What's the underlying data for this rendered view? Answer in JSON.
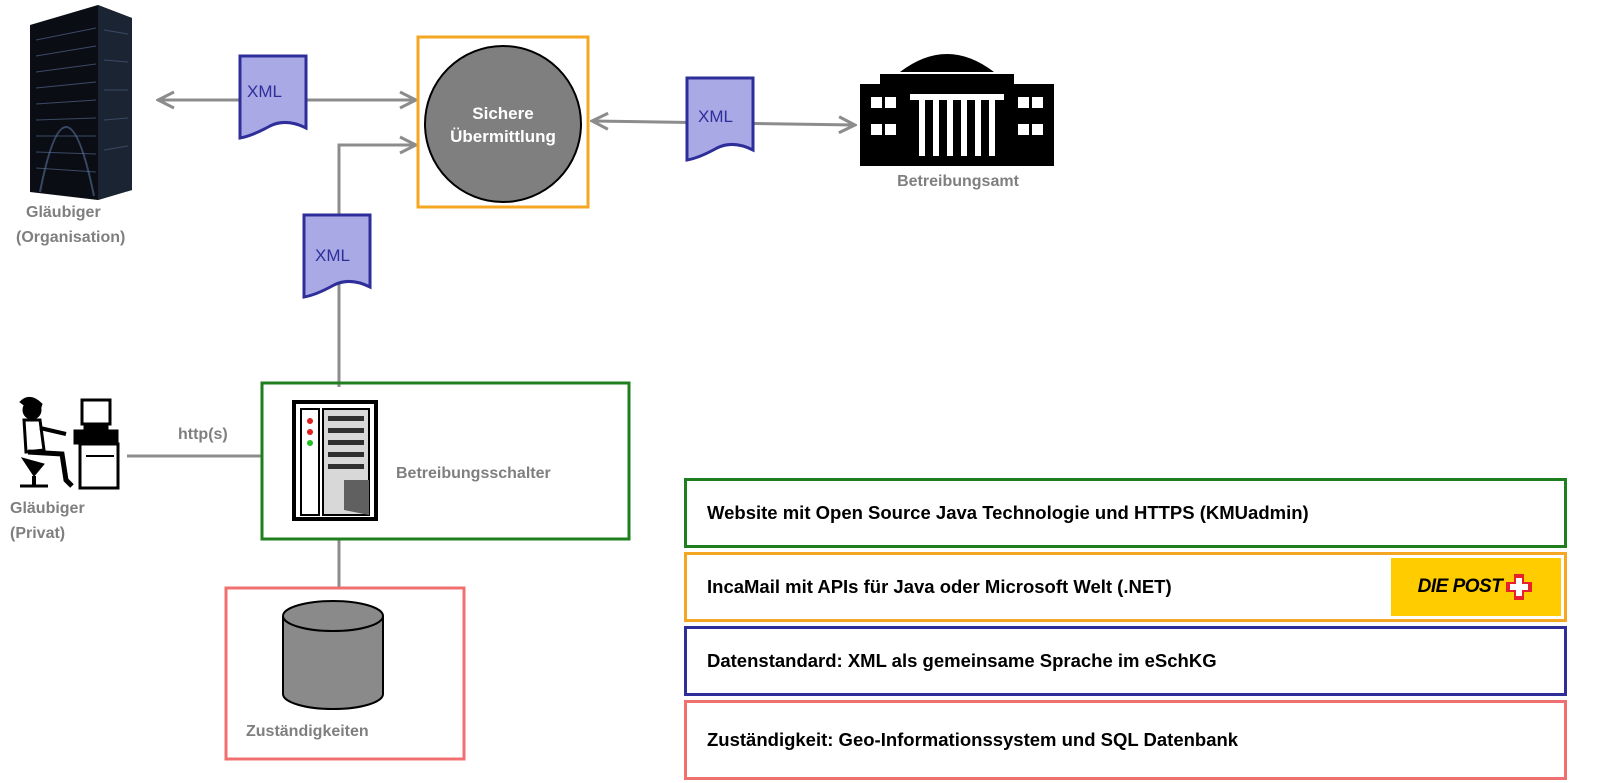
{
  "colors": {
    "green": "#1f7f1f",
    "orange": "#f5a623",
    "blue": "#2e2e9a",
    "red": "#f07070",
    "arrow": "#8c8c8c",
    "doc_fill": "#a9a9e6",
    "post_yellow": "#ffcc00",
    "post_red": "#e8202a"
  },
  "nodes": {
    "creditor_org": {
      "line1": "Gläubiger",
      "line2": "(Organisation)",
      "icon": "office-tower-icon"
    },
    "secure_transfer": {
      "line1": "Sichere",
      "line2": "Übermittlung"
    },
    "office": {
      "label": "Betreibungsamt",
      "icon": "government-building-icon"
    },
    "creditor_private": {
      "line1": "Gläubiger",
      "line2": "(Privat)",
      "icon": "person-at-computer-icon"
    },
    "counter": {
      "label": "Betreibungsschalter",
      "icon": "server-icon"
    },
    "responsibilities": {
      "label": "Zuständigkeiten",
      "icon": "database-icon"
    }
  },
  "connections": {
    "xml_label": "XML",
    "http_label": "http(s)"
  },
  "legend": [
    {
      "key": "green",
      "text": "Website mit Open Source Java Technologie und HTTPS (KMUadmin)"
    },
    {
      "key": "orange",
      "text": "IncaMail mit APIs für Java oder Microsoft Welt (.NET)",
      "logo": "DIE POST"
    },
    {
      "key": "blue",
      "text": "Datenstandard: XML als gemeinsame Sprache im eSchKG"
    },
    {
      "key": "red",
      "text": "Zuständigkeit: Geo-Informationssystem und SQL Datenbank"
    }
  ]
}
